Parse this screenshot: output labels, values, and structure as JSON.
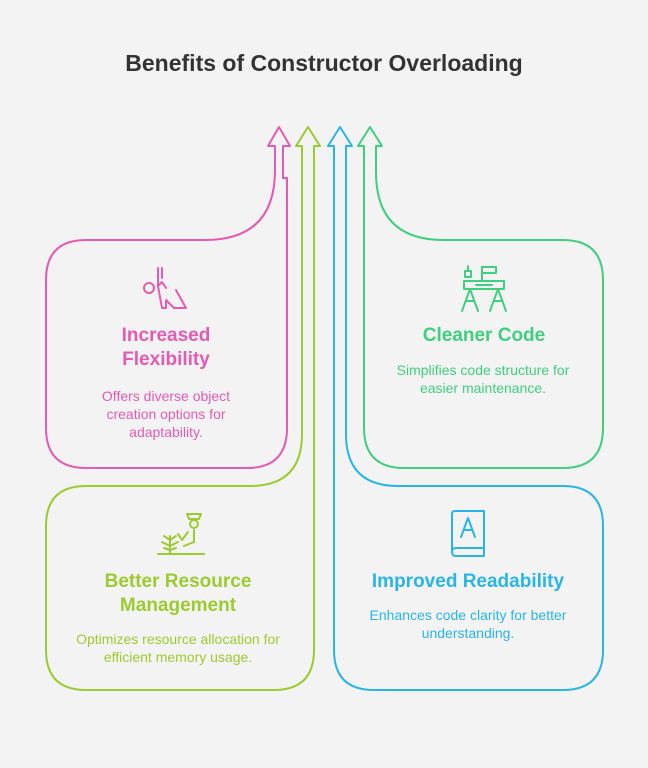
{
  "title": "Benefits of Constructor Overloading",
  "colors": {
    "pink": "#e45bb3",
    "green": "#3fcf7f",
    "lime": "#9ccb2f",
    "blue": "#29b5e8"
  },
  "cards": [
    {
      "title": "Increased Flexibility",
      "description": "Offers diverse object creation options for adaptability.",
      "icon": "yoga-pose-icon"
    },
    {
      "title": "Cleaner Code",
      "description": "Simplifies code structure for easier maintenance.",
      "icon": "sewing-machine-icon"
    },
    {
      "title": "Better Resource Management",
      "description": "Optimizes resource allocation for efficient memory usage.",
      "icon": "gardener-icon"
    },
    {
      "title": "Improved Readability",
      "description": "Enhances code clarity for better understanding.",
      "icon": "book-icon"
    }
  ]
}
